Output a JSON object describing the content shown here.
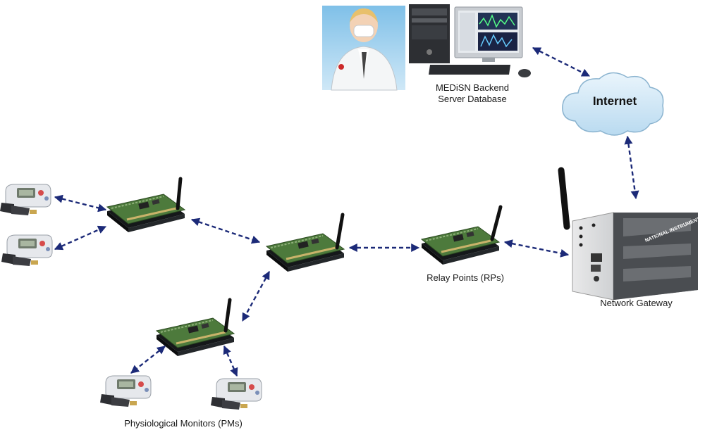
{
  "labels": {
    "server_line1": "MEDiSN Backend",
    "server_line2": "Server Database",
    "internet": "Internet",
    "relay_points": "Relay Points (RPs)",
    "network_gateway": "Network Gateway",
    "physiological_monitors": "Physiological Monitors (PMs)",
    "gateway_brand": "NATIONAL INSTRUMENTS"
  },
  "colors": {
    "arrow": "#1c2a78",
    "cloud_fill": "#d6eaf7",
    "board_green": "#4d7a3c",
    "gateway_gray": "#5f6266"
  },
  "icons": [
    "doctor-icon",
    "computer-tower-icon",
    "monitor-icon",
    "keyboard-icon",
    "mouse-icon",
    "cloud-icon",
    "relay-board-icon",
    "antenna-icon",
    "gateway-device-icon",
    "blood-pressure-monitor-icon"
  ]
}
